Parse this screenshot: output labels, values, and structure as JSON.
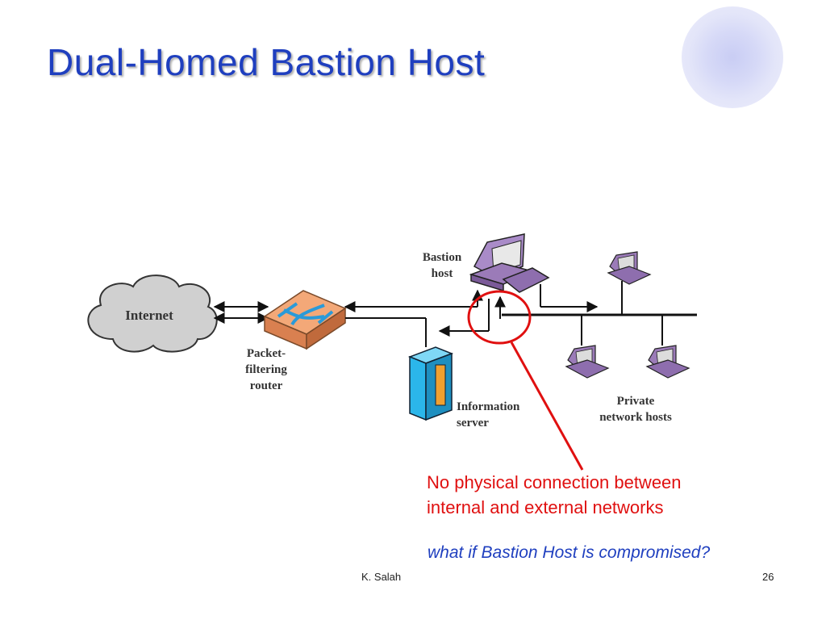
{
  "slide": {
    "title": "Dual-Homed Bastion Host",
    "footer_author": "K. Salah",
    "page_number": "26"
  },
  "diagram": {
    "labels": {
      "internet": "Internet",
      "router_1": "Packet-",
      "router_2": "filtering",
      "router_3": "router",
      "bastion_1": "Bastion",
      "bastion_2": "host",
      "info_1": "Information",
      "info_2": "server",
      "private_1": "Private",
      "private_2": "network hosts"
    },
    "icons": [
      "cloud-icon",
      "router-icon",
      "workstation-icon",
      "server-icon"
    ]
  },
  "annotation": {
    "line1": "No physical connection between",
    "line2": "internal and external networks",
    "question": "what if Bastion Host is compromised?"
  },
  "colors": {
    "title": "#1f3fbf",
    "annotation": "#e01010",
    "router": "#f0a070",
    "server": "#29b6e8",
    "workstation": "#9b7bb8"
  }
}
